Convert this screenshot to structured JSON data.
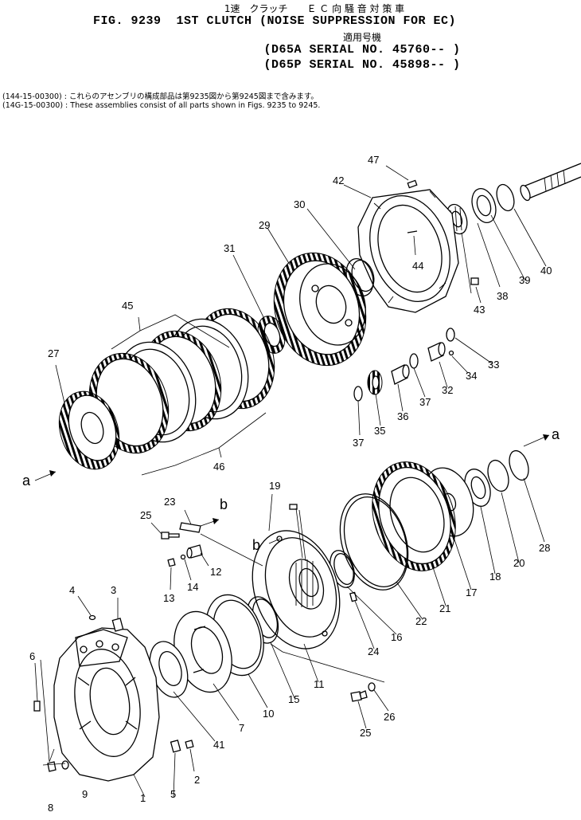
{
  "header": {
    "title_ja": "1速　クラッチ　　Ｅ Ｃ 向 騒 音 対 策 車",
    "fig_label": "FIG. 9239",
    "title_en": "1ST CLUTCH (NOISE SUPPRESSION FOR EC)",
    "applicable_ja": "適用号機",
    "serial_1": "(D65A SERIAL NO. 45760-- )",
    "serial_2": "(D65P SERIAL NO. 45898-- )"
  },
  "notes": [
    "(144-15-00300) : これらのアセンブリの構成部品は第9235図から第9245図まで含みます。",
    "(14G-15-00300) : These assemblies consist of all parts shown in Figs. 9235 to 9245."
  ],
  "callouts": {
    "n1": "1",
    "n2": "2",
    "n3": "3",
    "n4": "4",
    "n5": "5",
    "n6": "6",
    "n7": "7",
    "n8": "8",
    "n9": "9",
    "n10": "10",
    "n11": "11",
    "n12": "12",
    "n13": "13",
    "n14": "14",
    "n15": "15",
    "n16": "16",
    "n17": "17",
    "n18": "18",
    "n19": "19",
    "n20": "20",
    "n21": "21",
    "n22": "22",
    "n23": "23",
    "n24": "24",
    "n25a": "25",
    "n25b": "25",
    "n26": "26",
    "n27": "27",
    "n28": "28",
    "n29": "29",
    "n30": "30",
    "n31": "31",
    "n32": "32",
    "n33": "33",
    "n34": "34",
    "n35": "35",
    "n36": "36",
    "n37a": "37",
    "n37b": "37",
    "n38": "38",
    "n39": "39",
    "n40": "40",
    "n41": "41",
    "n42": "42",
    "n43": "43",
    "n44": "44",
    "n45": "45",
    "n46": "46",
    "n47": "47"
  },
  "ref_letters": {
    "a_left": "a",
    "a_right": "a",
    "b_top": "b",
    "b_mid": "b"
  }
}
